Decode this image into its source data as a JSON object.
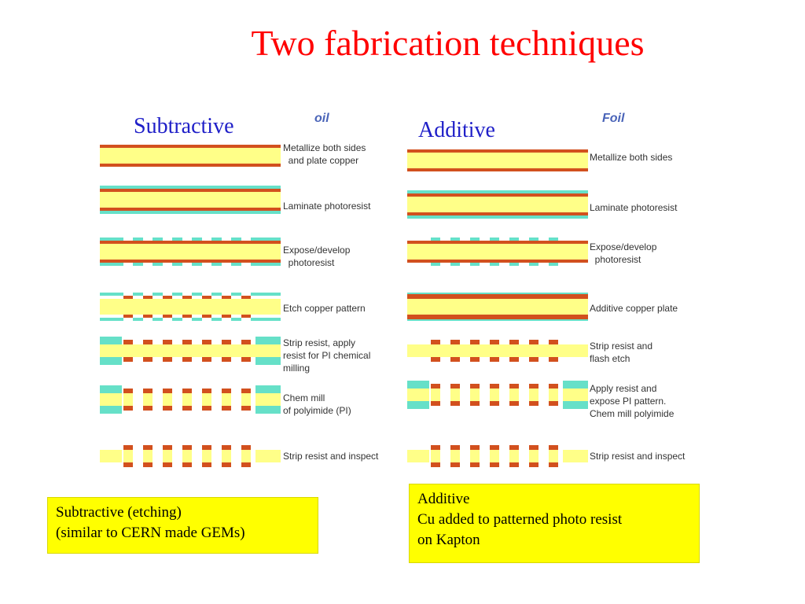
{
  "title": "Two fabrication techniques",
  "subtractive": {
    "heading": "Subtractive",
    "foil_text": "oil",
    "steps": [
      {
        "label": "Metallize both sides\n  and plate copper"
      },
      {
        "label": "Laminate photoresist"
      },
      {
        "label": "Expose/develop\n  photoresist"
      },
      {
        "label": "Etch copper pattern"
      },
      {
        "label": "Strip resist, apply\nresist for PI chemical\nmilling"
      },
      {
        "label": "Chem mill\nof polyimide (PI)"
      },
      {
        "label": "Strip resist and inspect"
      }
    ],
    "note": {
      "line1": "Subtractive (etching)",
      "line2": "(similar to CERN made GEMs)"
    }
  },
  "additive": {
    "heading": "Additive",
    "foil_text": "Foil",
    "steps": [
      {
        "label": "Metallize both sides"
      },
      {
        "label": "Laminate photoresist"
      },
      {
        "label": "Expose/develop\n  photoresist"
      },
      {
        "label": "Additive copper plate"
      },
      {
        "label": "Strip resist and\nflash etch"
      },
      {
        "label": "Apply resist and\nexpose PI pattern.\nChem mill polyimide"
      },
      {
        "label": "Strip resist and inspect"
      }
    ],
    "note": {
      "line1": "Additive",
      "line2": "Cu added to patterned photo resist",
      "line3": "on Kapton"
    }
  },
  "colors": {
    "copper": "#d2501e",
    "polyimide": "#ffff88",
    "photoresist": "#66e0c8",
    "title": "#ff0000",
    "heading": "#1f1fc8",
    "note_bg": "#ffff00"
  }
}
